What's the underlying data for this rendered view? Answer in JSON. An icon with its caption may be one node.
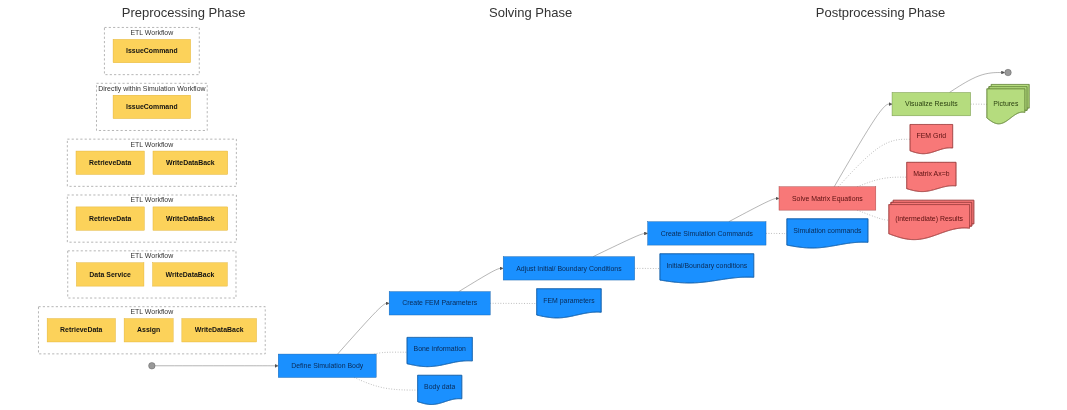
{
  "diagram": {
    "nodes": [
      {
        "text": [],
        "shape": "circle"
      },
      {
        "text": [
          "Define Simulation Body"
        ]
      },
      {
        "text": [
          "Create FEM Parameters"
        ]
      },
      {
        "text": [
          "Adjust Initial/ Boundary Conditions"
        ]
      },
      {
        "text": [
          "Create Simulation Commands"
        ]
      },
      {
        "text": [
          "Solve Matrix Equations"
        ]
      },
      {
        "text": [
          "Visualize Results"
        ]
      },
      {
        "text": [],
        "shape": "circle"
      },
      {
        "text": [
          "Bone information"
        ]
      },
      {
        "text": [
          "Body data"
        ]
      },
      {
        "text": [
          "FEM parameters"
        ]
      },
      {
        "text": [
          "Initial/Boundary conditions"
        ]
      },
      {
        "text": [
          "Simulation commands"
        ]
      },
      {
        "text": [
          "FEM Grid"
        ]
      },
      {
        "text": [
          "Matrix Ax=b"
        ]
      },
      {
        "text": [
          "(intermediate) Results"
        ]
      },
      {
        "text": [
          "Pictures"
        ]
      },
      {
        "text": [
          "ETL Workflow"
        ]
      },
      {
        "text": [
          "RetrieveData"
        ],
        "in": 17
      },
      {
        "text": [
          "Assign"
        ],
        "in": 17
      },
      {
        "text": [
          "WriteDataBack"
        ],
        "in": 17
      },
      {
        "text": [
          "ETL Workflow"
        ]
      },
      {
        "text": [
          "Data Service"
        ],
        "in": 21
      },
      {
        "text": [
          "WriteDataBack"
        ],
        "in": 21
      },
      {
        "text": [
          "ETL Workflow"
        ]
      },
      {
        "text": [
          "RetrieveData"
        ],
        "in": 24
      },
      {
        "text": [
          "WriteDataBack"
        ],
        "in": 24
      },
      {
        "text": [
          "ETL Workflow"
        ]
      },
      {
        "text": [
          "RetrieveData"
        ],
        "in": 27
      },
      {
        "text": [
          "WriteDataBack"
        ],
        "in": 27
      },
      {
        "text": [
          "Directly within Simulation Workflow"
        ]
      },
      {
        "text": [
          "IssueCommand"
        ],
        "in": 30
      },
      {
        "text": [
          "ETL Workflow"
        ]
      },
      {
        "text": [
          "IssueCommand"
        ],
        "in": 32
      }
    ],
    "edges": [
      {
        "from": 0,
        "to": 1,
        "arrow": "to"
      },
      {
        "from": 1,
        "to": 2,
        "arrow": "to"
      },
      {
        "from": 2,
        "to": 3,
        "arrow": "to"
      },
      {
        "from": 3,
        "to": 4,
        "arrow": "to"
      },
      {
        "from": 4,
        "to": 5,
        "arrow": "to"
      },
      {
        "from": 5,
        "to": 6,
        "arrow": "to"
      },
      {
        "from": 6,
        "to": 7,
        "arrow": "to"
      },
      {
        "from": 1,
        "to": 8,
        "arrow": "none",
        "style": "dashed"
      },
      {
        "from": 1,
        "to": 9,
        "arrow": "none",
        "style": "dashed"
      },
      {
        "from": 2,
        "to": 10,
        "arrow": "none",
        "style": "dashed"
      },
      {
        "from": 3,
        "to": 11,
        "arrow": "none",
        "style": "dashed"
      },
      {
        "from": 4,
        "to": 12,
        "arrow": "none",
        "style": "dashed"
      },
      {
        "from": 5,
        "to": 13,
        "arrow": "none",
        "style": "dashed"
      },
      {
        "from": 5,
        "to": 14,
        "arrow": "none",
        "style": "dashed"
      },
      {
        "from": 5,
        "to": 15,
        "arrow": "none",
        "style": "dashed"
      },
      {
        "from": 6,
        "to": 16,
        "arrow": "none",
        "style": "dashed"
      }
    ],
    "labels": [
      "Preprocessing Phase",
      "Solving Phase",
      "Postprocessing Phase"
    ]
  }
}
